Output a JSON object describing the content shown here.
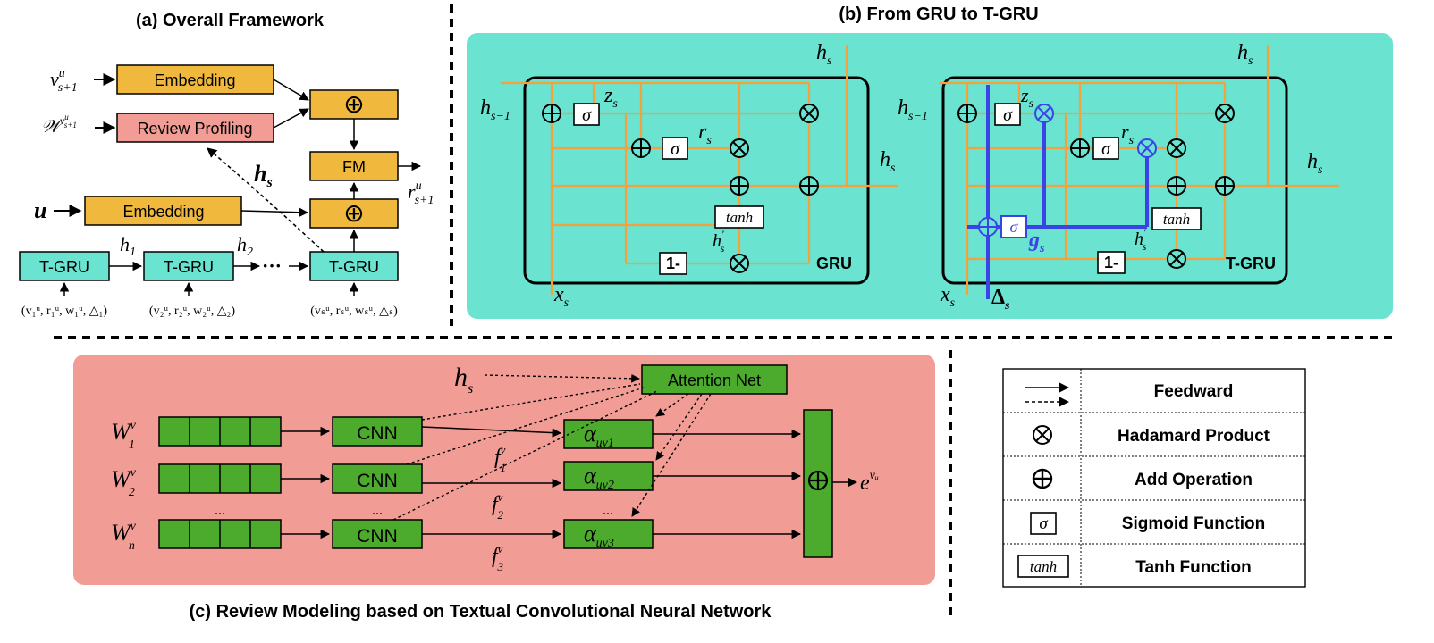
{
  "panels": {
    "a": {
      "title": "(a)  Overall Framework",
      "embedding_top": "Embedding",
      "review_profiling": "Review Profiling",
      "add_symbol": "⊕",
      "fm": "FM",
      "embedding_user": "Embedding",
      "tgru": "T-GRU",
      "dots": "···",
      "input_v": "v",
      "input_u": "u",
      "hidden_h1": "h",
      "hidden_h2": "h",
      "hs": "h",
      "output_r": "r",
      "seq_1": "(v₁ᵘ, r₁ᵘ, w₁ᵘ, △₁)",
      "seq_2": "(v₂ᵘ, r₂ᵘ, w₂ᵘ, △₂)",
      "seq_s": "(vₛᵘ, rₛᵘ, wₛᵘ, △ₛ)"
    },
    "b": {
      "title": "(b)  From GRU to T-GRU",
      "gru_label": "GRU",
      "tgru_label": "T-GRU",
      "sigma": "σ",
      "tanh": "tanh",
      "one_minus": "1-",
      "var_h": "h",
      "var_z": "z",
      "var_r": "r",
      "var_x": "x",
      "var_g": "g",
      "var_delta": "Δ",
      "sub_s": "s",
      "sub_s_minus_1": "s−1"
    },
    "c": {
      "title": "(c)  Review Modeling based on Textual Convolutional Neural Network",
      "attention_net": "Attention Net",
      "cnn": "CNN",
      "dots": "...",
      "alpha": "α",
      "alpha_subs": [
        "uv1",
        "uv2",
        "uv3"
      ],
      "w_label": "W",
      "w_subs": [
        "1",
        "2",
        "n"
      ],
      "f_label": "f",
      "f_subs": [
        "1",
        "2",
        "3"
      ],
      "sup_v": "v",
      "output_e": "e",
      "output_sup": "vᵤ"
    }
  },
  "legend": {
    "items": [
      {
        "symbol": "arrows",
        "label": "Feedward"
      },
      {
        "symbol": "⊗",
        "label": "Hadamard Product"
      },
      {
        "symbol": "⊕",
        "label": "Add Operation"
      },
      {
        "symbol": "σ",
        "label": "Sigmoid Function"
      },
      {
        "symbol": "tanh",
        "label": "Tanh Function"
      }
    ]
  },
  "colors": {
    "yellow_box": "#f0b93d",
    "pink_box": "#f19d96",
    "teal_box": "#6ae3d0",
    "teal_panel": "#6ae3d0",
    "pink_panel": "#f19d96",
    "green_box": "#4caa2c",
    "orange_line": "#f2a13c",
    "blue_line": "#3a43e6"
  }
}
